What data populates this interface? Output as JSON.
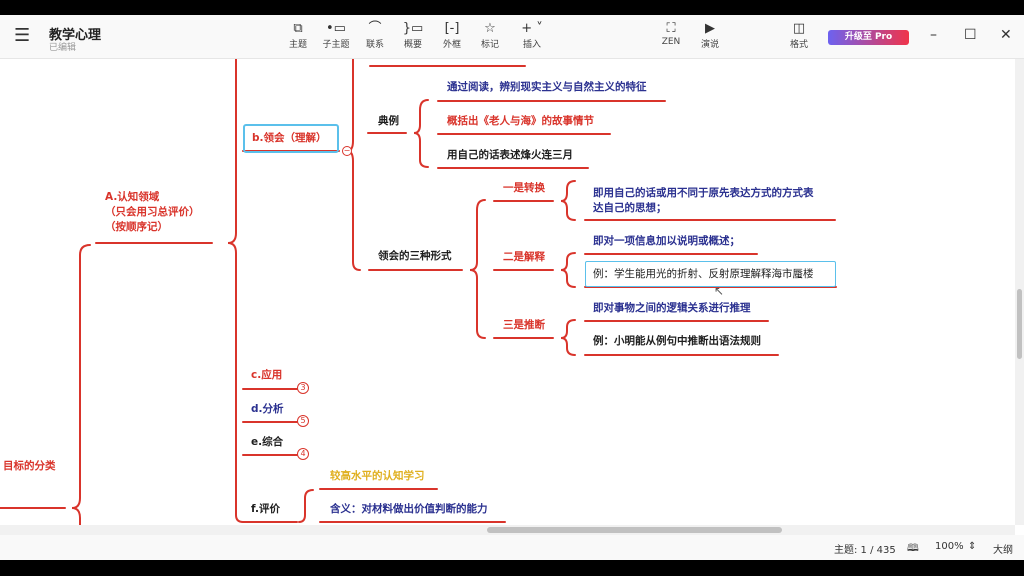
{
  "app": {
    "title": "教学心理",
    "subtitle": "已编辑"
  },
  "toolbar": {
    "items": [
      {
        "icon": "topic-icon",
        "label": "主题"
      },
      {
        "icon": "subtopic-icon",
        "label": "子主题"
      },
      {
        "icon": "relation-icon",
        "label": "联系"
      },
      {
        "icon": "summary-icon",
        "label": "概要"
      },
      {
        "icon": "boundary-icon",
        "label": "外框"
      },
      {
        "icon": "star-icon",
        "label": "标记"
      },
      {
        "icon": "plus-icon",
        "label": "插入"
      }
    ],
    "zen": "ZEN",
    "present": "演说",
    "format": "格式",
    "upgrade": "升级至 Pro"
  },
  "map": {
    "root": "目标的分类",
    "a": [
      "A.认知领域",
      "（只会用习总评价）",
      "（按顺序记）"
    ],
    "b": "b.领会（理解）",
    "example": "典例",
    "examples": [
      "通过阅读，辨别现实主义与自然主义的特征",
      "概括出《老人与海》的故事情节",
      "用自己的话表述烽火连三月"
    ],
    "forms": "领会的三种形式",
    "f1": "一是转换",
    "f1_desc": [
      "即用自己的话或用不同于原先表达方式的方式表",
      "达自己的思想；"
    ],
    "f2": "二是解释",
    "f2_desc": "即对一项信息加以说明或概述；",
    "f2_ex": "例：学生能用光的折射、反射原理解释海市蜃楼",
    "f3": "三是推断",
    "f3_desc": "即对事物之间的逻辑关系进行推理",
    "f3_ex": "例：小明能从例句中推断出语法规则",
    "c": "c.应用",
    "c_badge": "3",
    "d": "d.分析",
    "d_badge": "5",
    "e": "e.综合",
    "e_badge": "4",
    "f": "f.评价",
    "f_level": "较高水平的认知学习",
    "f_meaning": "含义：对材料做出价值判断的能力"
  },
  "status": {
    "topics": "主题: 1 / 435",
    "zoom": "100%",
    "outline": "大纲"
  },
  "colors": {
    "red": "#d9342b",
    "blue": "#2b3190",
    "yellow": "#e0b020",
    "select": "#5bc0eb"
  }
}
